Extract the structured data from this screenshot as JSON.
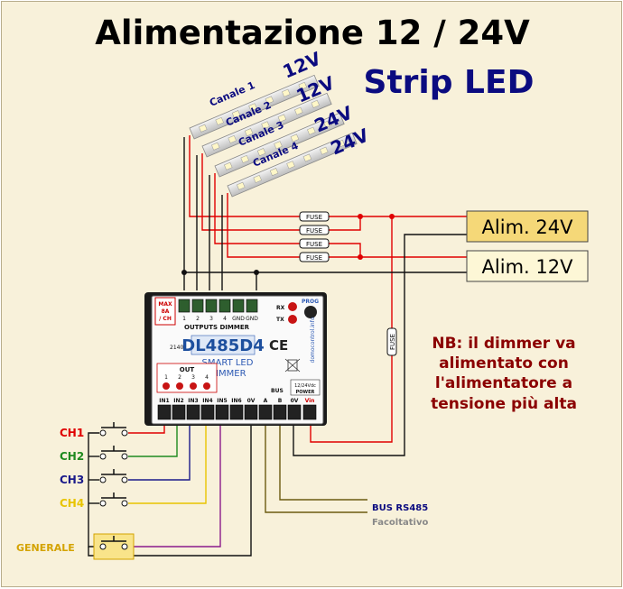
{
  "title": "Alimentazione 12 / 24V",
  "subtitle": "Strip LED",
  "strips": [
    {
      "label": "Canale 1",
      "voltage": "12V"
    },
    {
      "label": "Canale 2",
      "voltage": "12V"
    },
    {
      "label": "Canale 3",
      "voltage": "24V"
    },
    {
      "label": "Canale 4",
      "voltage": "24V"
    }
  ],
  "fuse_label": "FUSE",
  "psu_24": "Alim. 24V",
  "psu_12": "Alim. 12V",
  "note": [
    "NB: il dimmer va",
    "alimentato con",
    "l'alimentatore a",
    "tensione più alta"
  ],
  "device": {
    "model": "DL485D4",
    "line1": "SMART LED",
    "line2": "DIMMER",
    "site": "domocontrol.info",
    "max": [
      "MAX",
      "8A",
      "/ CH"
    ],
    "outputs_label": "OUTPUTS DIMMER",
    "out_pins": [
      "1",
      "2",
      "3",
      "4",
      "GND",
      "GND"
    ],
    "rx": "RX",
    "tx": "TX",
    "prog": "PROG",
    "code": "2140",
    "out_title": "OUT",
    "out_leds": [
      "1",
      "2",
      "3",
      "4"
    ],
    "power_lines": [
      "12/24Vdc",
      "POWER"
    ],
    "bus": "BUS",
    "in_pins": [
      "IN1",
      "IN2",
      "IN3",
      "IN4",
      "IN5",
      "IN6",
      "0V",
      "A",
      "B",
      "0V",
      "Vin"
    ]
  },
  "switches": [
    {
      "label": "CH1",
      "color": "#e00000"
    },
    {
      "label": "CH2",
      "color": "#1f8a1f"
    },
    {
      "label": "CH3",
      "color": "#1a1a8a"
    },
    {
      "label": "CH4",
      "color": "#e8c400"
    }
  ],
  "generale": "GENERALE",
  "bus_rs485": "BUS RS485",
  "facoltativo": "Facoltativo",
  "colors": {
    "title": "#000000",
    "subtitle": "#0b0b80",
    "strip_label": "#0b0b80",
    "psu24_fill": "#f5d878",
    "psu12_fill": "#fdf7d6",
    "note": "#8b0000",
    "generale": "#d4a300",
    "bus": "#0b0b80",
    "wire_red": "#e00000",
    "wire_black": "#111111",
    "wire_purple": "#8b1a8b",
    "wire_olive": "#6b5a10"
  }
}
